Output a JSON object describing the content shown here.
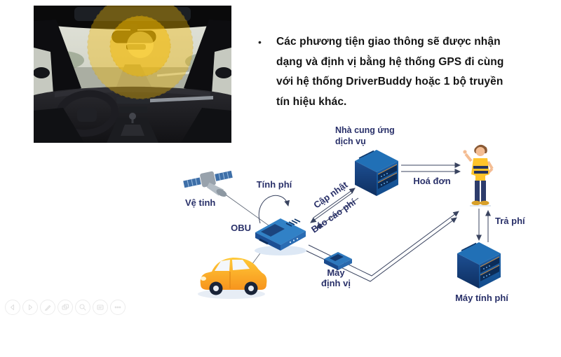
{
  "slide": {
    "bullet_char": "•",
    "bullet_lines": [
      "Các phương tiện giao thông sẽ được nhận",
      "dạng và định vị bằng hệ thống GPS đi cùng",
      "với hệ thống DriverBuddy hoặc 1 bộ truyền",
      "tín hiệu khác."
    ]
  },
  "diagram": {
    "labels": {
      "satellite": "Vệ tinh",
      "provider_line1": "Nhà cung ứng",
      "provider_line2": "dịch vụ",
      "invoice": "Hoá đơn",
      "fee_calc": "Tính phí",
      "update": "Cập nhật",
      "fee_report": "Báo cáo phí",
      "obu": "OBU",
      "locator_line1": "Máy",
      "locator_line2": "định vị",
      "pay_fee": "Trả phí",
      "fee_computer": "Máy tính phí"
    },
    "colors": {
      "label_navy": "#293069",
      "arrow_line": "#39435f",
      "server_blue": "#2170b6",
      "obu_blue": "#3181c6",
      "car_orange": "#f7941d",
      "highlight_yellow": "#f4ba00",
      "person_shirt": "#ffc42a"
    }
  },
  "toolbar": {
    "buttons": [
      {
        "name": "previous-slide"
      },
      {
        "name": "next-slide"
      },
      {
        "name": "pen-tool"
      },
      {
        "name": "slide-sorter"
      },
      {
        "name": "zoom"
      },
      {
        "name": "display-settings"
      },
      {
        "name": "more-options"
      }
    ]
  }
}
